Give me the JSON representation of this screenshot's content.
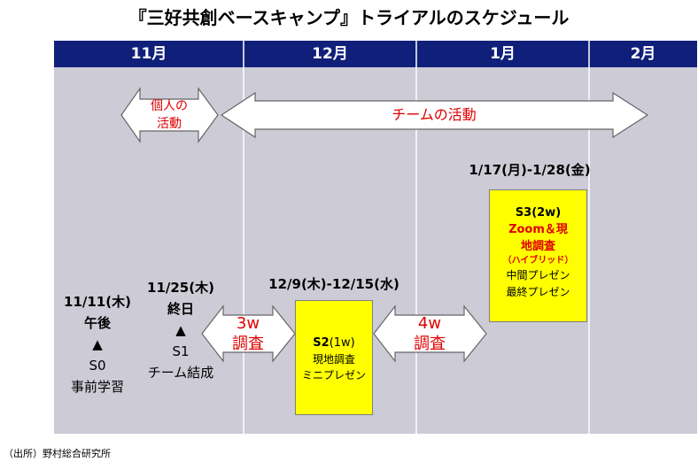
{
  "title": "『三好共創ベースキャンプ』トライアルのスケジュール",
  "months": [
    "11月",
    "12月",
    "1月",
    "2月"
  ],
  "arrows": {
    "individual": [
      "個人の",
      "活動"
    ],
    "team": "チームの活動",
    "survey3": [
      "3w",
      "調査"
    ],
    "survey4": [
      "4w",
      "調査"
    ]
  },
  "s0": {
    "date": "11/11(木)",
    "time": "午後",
    "marker": "▲",
    "name": "S0",
    "desc": "事前学習"
  },
  "s1": {
    "date": "11/25(木)",
    "time": "終日",
    "marker": "▲",
    "name": "S1",
    "desc": "チーム結成"
  },
  "s2": {
    "date": "12/9(木)-12/15(水)",
    "name_bold": "S2",
    "name_suffix": "(1w)",
    "line1": "現地調査",
    "line2": "ミニプレゼン"
  },
  "s3": {
    "date": "1/17(月)-1/28(金)",
    "name": "S3(2w)",
    "red1": "Zoom＆現",
    "red2": "地調査",
    "red3": "（ハイブリッド）",
    "line1": "中間プレゼン",
    "line2": "最終プレゼン"
  },
  "source": "（出所）野村総合研究所",
  "colors": {
    "header": "#10207a",
    "panel": "#cccbd6",
    "red": "#e00000",
    "yellow": "#ffff00"
  }
}
